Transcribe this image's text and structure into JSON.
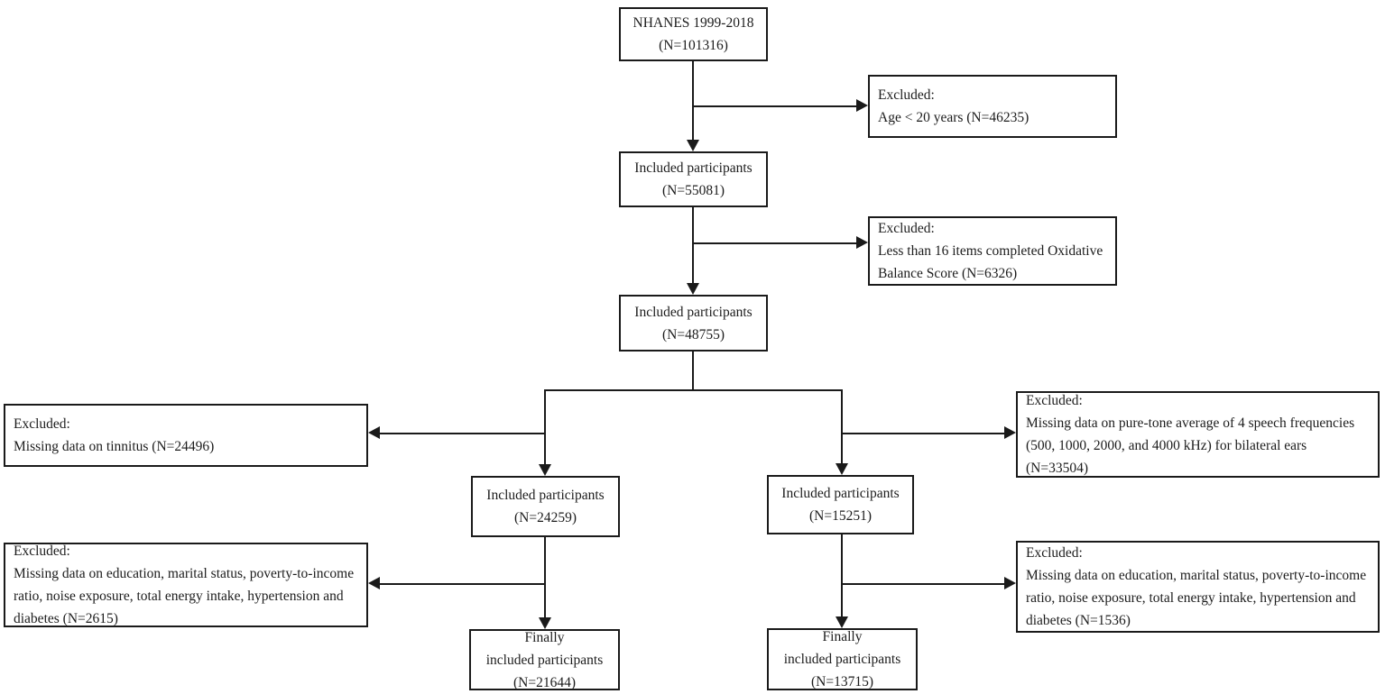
{
  "diagram_type": "participant-flow-chart",
  "colors": {
    "background": "#ffffff",
    "box_border": "#1a1a1a",
    "line": "#1a1a1a",
    "text": "#1c1c1c"
  },
  "nodes": {
    "nhanes": {
      "line1": "NHANES 1999-2018",
      "line2": "(N=101316)"
    },
    "included_55081": {
      "line1": "Included participants",
      "line2": "(N=55081)"
    },
    "included_48755": {
      "line1": "Included participants",
      "line2": "(N=48755)"
    },
    "included_24259": {
      "line1": "Included participants",
      "line2": "(N=24259)"
    },
    "included_15251": {
      "line1": "Included participants",
      "line2": "(N=15251)"
    },
    "finally_21644": {
      "line1": "Finally",
      "line2": "included participants",
      "line3": "(N=21644)"
    },
    "finally_13715": {
      "line1": "Finally",
      "line2": "included participants",
      "line3": "(N=13715)"
    },
    "excl_age": {
      "label": "Excluded:",
      "reason": "Age < 20 years (N=46235)"
    },
    "excl_obs": {
      "label": "Excluded:",
      "reason": "Less than 16 items completed Oxidative Balance Score (N=6326)"
    },
    "excl_tinnitus": {
      "label": "Excluded:",
      "reason": "Missing data on tinnitus (N=24496)"
    },
    "excl_puretone": {
      "label": "Excluded:",
      "reason": "Missing data on pure-tone average of 4 speech frequencies (500, 1000, 2000, and 4000 kHz) for bilateral ears (N=33504)"
    },
    "excl_covariates_left": {
      "label": "Excluded:",
      "reason": "Missing data on education, marital status, poverty-to-income ratio, noise exposure, total energy intake, hypertension and diabetes (N=2615)"
    },
    "excl_covariates_right": {
      "label": "Excluded:",
      "reason": "Missing data on education, marital status, poverty-to-income ratio, noise exposure, total energy intake, hypertension and diabetes (N=1536)"
    }
  }
}
